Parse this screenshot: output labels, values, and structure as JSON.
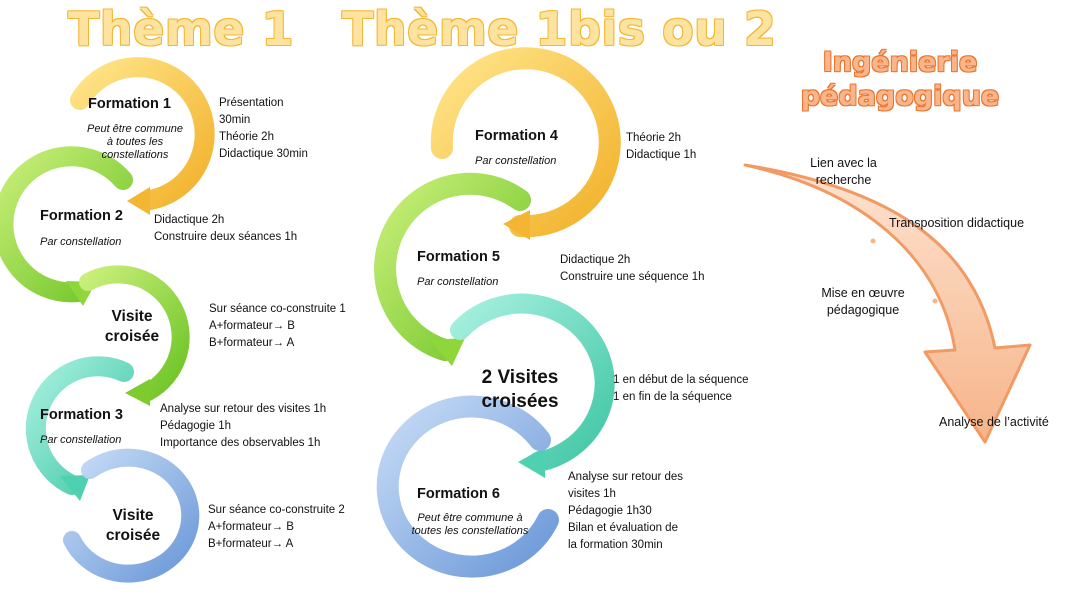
{
  "themes": {
    "theme1": "Thème 1",
    "theme1bis": "Thème 1bis ou 2",
    "ingenierie": "Ingénierie\npédagogique"
  },
  "colors": {
    "yellow": "#f4b533",
    "green": "#8fd63a",
    "teal": "#4fd0b0",
    "blue": "#7aa6e0",
    "orange": "#f29a64"
  },
  "column1": {
    "formation1": {
      "title": "Formation 1",
      "subtitle": "Peut être commune\nà toutes les\nconstellations",
      "details": "Présentation\n   30min\nThéorie 2h\nDidactique 30min"
    },
    "formation2": {
      "title": "Formation 2",
      "subtitle": "Par constellation",
      "details": "Didactique 2h\nConstruire deux séances 1h"
    },
    "visite1": {
      "title": "Visite\ncroisée",
      "details": "Sur séance co-construite 1\nA+formateur→ B\nB+formateur→ A"
    },
    "formation3": {
      "title": "Formation 3",
      "subtitle": "Par constellation",
      "details": "Analyse sur retour des visites 1h\nPédagogie 1h\nImportance des observables 1h"
    },
    "visite2": {
      "title": "Visite\ncroisée",
      "details": "Sur séance co-construite 2\nA+formateur→ B\nB+formateur→ A"
    }
  },
  "column2": {
    "formation4": {
      "title": "Formation 4",
      "subtitle": "Par constellation",
      "details": "Théorie 2h\nDidactique 1h"
    },
    "formation5": {
      "title": "Formation 5",
      "subtitle": "Par constellation",
      "details": "Didactique 2h\nConstruire une séquence 1h"
    },
    "visites": {
      "title": "2 Visites\ncroisées",
      "details": "1 en début de la séquence\n1 en fin de la séquence"
    },
    "formation6": {
      "title": "Formation 6",
      "subtitle": "Peut être commune à\ntoutes les constellations",
      "details": "Analyse sur retour des\n    visites 1h\nPédagogie 1h30\nBilan et évaluation de\n    la formation 30min"
    }
  },
  "ingenierie_steps": {
    "step1": "Lien avec la\nrecherche",
    "step2": "Transposition didactique",
    "step3": "Mise en œuvre\npédagogique",
    "step4": "Analyse de l’activité"
  }
}
